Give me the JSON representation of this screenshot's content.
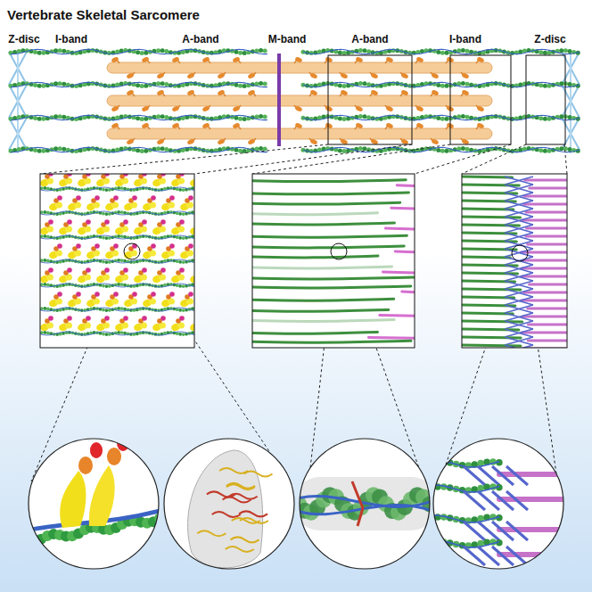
{
  "diagram": {
    "title": "Vertebrate Skeletal Sarcomere",
    "labels": [
      "Z-disc",
      "I-band",
      "A-band",
      "M-band",
      "A-band",
      "I-band",
      "Z-disc"
    ]
  }
}
